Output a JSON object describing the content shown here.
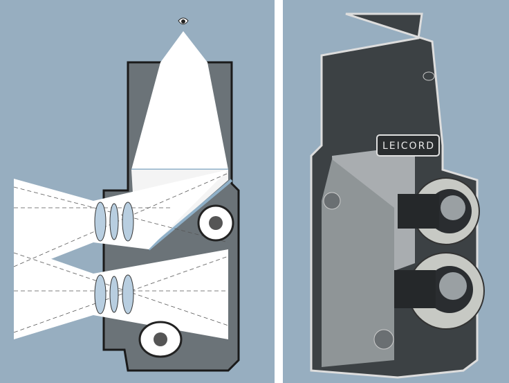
{
  "panels": {
    "left": {
      "kind": "cross-section diagram of twin-lens reflex camera with light paths"
    },
    "right": {
      "kind": "cutaway illustration of twin-lens reflex camera"
    }
  },
  "camera": {
    "nameplate": "LEICORD"
  },
  "colors": {
    "background": "#97aec0",
    "divider": "#ffffff",
    "body": "#4a4f52",
    "light": "#ffffff"
  }
}
